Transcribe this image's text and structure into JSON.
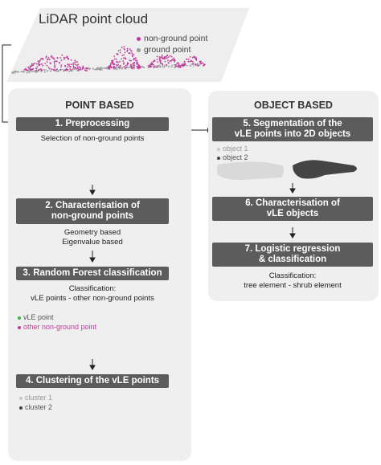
{
  "top": {
    "title": "LiDAR point cloud",
    "legend": [
      {
        "label": "non-ground point",
        "color": "#c0399a"
      },
      {
        "label": "ground point",
        "color": "#9a9a9a"
      }
    ]
  },
  "point_based": {
    "title": "POINT BASED",
    "steps": [
      {
        "label": "1. Preprocessing",
        "desc": [
          "Selection of non-ground points"
        ]
      },
      {
        "label": "2. Characterisation of\nnon-ground points",
        "desc": [
          "Geometry based",
          "Eigenvalue based"
        ]
      },
      {
        "label": "3. Random Forest classification",
        "desc": [
          "Classification:",
          "vLE points - other non-ground points"
        ],
        "legend": [
          {
            "label": "vLE point",
            "color": "#3cb043"
          },
          {
            "label": "other non-ground point",
            "color": "#c0399a"
          }
        ]
      },
      {
        "label": "4. Clustering of the vLE points",
        "legend": [
          {
            "label": "cluster 1",
            "color": "#c8c8c8"
          },
          {
            "label": "cluster 2",
            "color": "#444444"
          }
        ]
      }
    ]
  },
  "object_based": {
    "title": "OBJECT BASED",
    "steps": [
      {
        "label": "5. Segmentation of the\nvLE points into 2D objects",
        "legend": [
          {
            "label": "object 1",
            "color": "#c8c8c8"
          },
          {
            "label": "object 2",
            "color": "#444444"
          }
        ]
      },
      {
        "label": "6. Characterisation of\nvLE objects"
      },
      {
        "label": "7. Logistic regression\n& classification",
        "desc": [
          "Classification:",
          "tree element - shrub element"
        ]
      }
    ]
  }
}
